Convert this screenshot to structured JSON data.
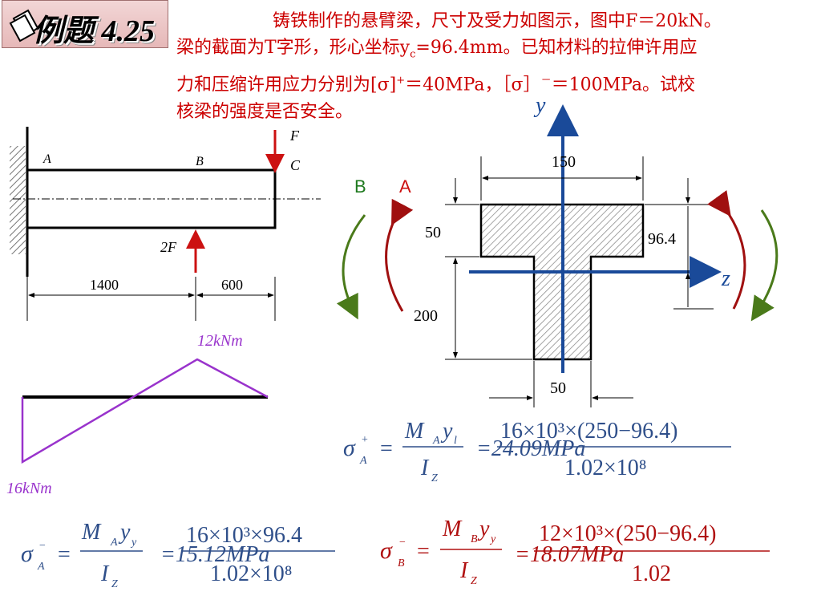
{
  "title": "例题 4.25",
  "problem": {
    "line1": "铸铁制作的悬臂梁，尺寸及受力如图示，图中F＝20kN。",
    "line2a": "梁的截面为T字形，形心坐标y",
    "line2sub": "c",
    "line2b": "=96.4mm。已知材料的拉伸许用应",
    "line3a": "力和压缩许用应力分别为[σ]",
    "line3sup1": "+",
    "line3b": "＝40MPa，［σ］",
    "line3sup2": "－",
    "line3c": "＝100MPa。试校",
    "line4": "核梁的强度是否安全。"
  },
  "beam": {
    "label_A": "A",
    "label_B": "B",
    "label_C": "C",
    "load_F": "F",
    "load_2F": "2F",
    "dim_left": "1400",
    "dim_right": "600"
  },
  "moment_diagram": {
    "max_positive": "12kNm",
    "max_negative": "16kNm",
    "values_kNm": [
      -16,
      12,
      0
    ]
  },
  "section": {
    "axis_y": "y",
    "axis_z": "z",
    "dim_width": "150",
    "dim_flange": "50",
    "dim_web_height": "200",
    "dim_web_width": "50",
    "dim_yc": "96.4",
    "label_B": "B",
    "label_A": "A"
  },
  "formulas": {
    "sigma_A_plus": {
      "lhs_sub": "A",
      "lhs_sup": "+",
      "num_M": "M",
      "num_M_sub": "A",
      "num_y": "y",
      "num_y_sub": "l",
      "den": "I",
      "den_sub": "Z",
      "calc_num": "16×10³×(250−96.4)",
      "calc_den": "1.02×10⁸",
      "result": "=24.09MPa"
    },
    "sigma_A_minus": {
      "lhs_sub": "A",
      "lhs_sup": "−",
      "num_M": "M",
      "num_M_sub": "A",
      "num_y": "y",
      "num_y_sub": "y",
      "den": "I",
      "den_sub": "Z",
      "calc_num": "16×10³×96.4",
      "calc_den": "1.02×10⁸",
      "result": "=15.12MPa"
    },
    "sigma_B_minus": {
      "lhs_sub": "B",
      "lhs_sup": "−",
      "num_M": "M",
      "num_M_sub": "B",
      "num_y": "y",
      "num_y_sub": "y",
      "den": "I",
      "den_sub": "Z",
      "calc_num": "12×10³×(250−96.4)",
      "calc_den": "1.02",
      "result": "=18.07MPa"
    }
  },
  "colors": {
    "problem_text": "#cc0000",
    "formula_blue": "#2f4f8a",
    "formula_red": "#b01010",
    "moment_line": "#9933cc",
    "axis_blue": "#1a4a99",
    "arrow_red": "#cc1111",
    "arrow_green": "#4a7a1a",
    "arrow_darkred": "#a01010"
  }
}
